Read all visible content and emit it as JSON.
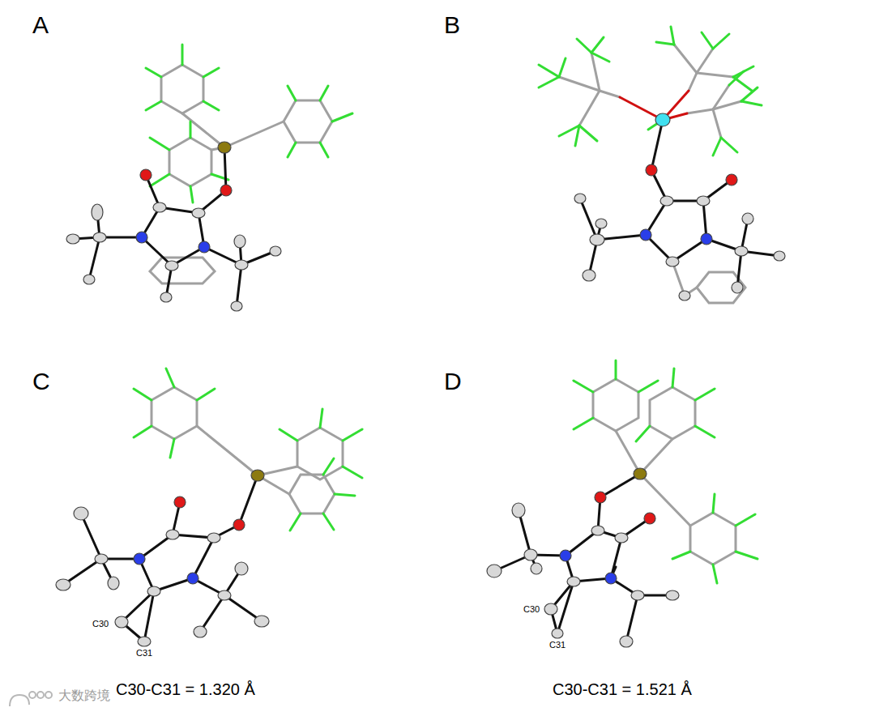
{
  "diagram": {
    "labels": [
      "A",
      "B",
      "C",
      "D",
      "C30",
      "C31",
      "C30",
      "C31",
      "C30-C31 = 1.320 Å",
      "C30-C31 = 1.521 Å",
      "大数跨境"
    ]
  }
}
